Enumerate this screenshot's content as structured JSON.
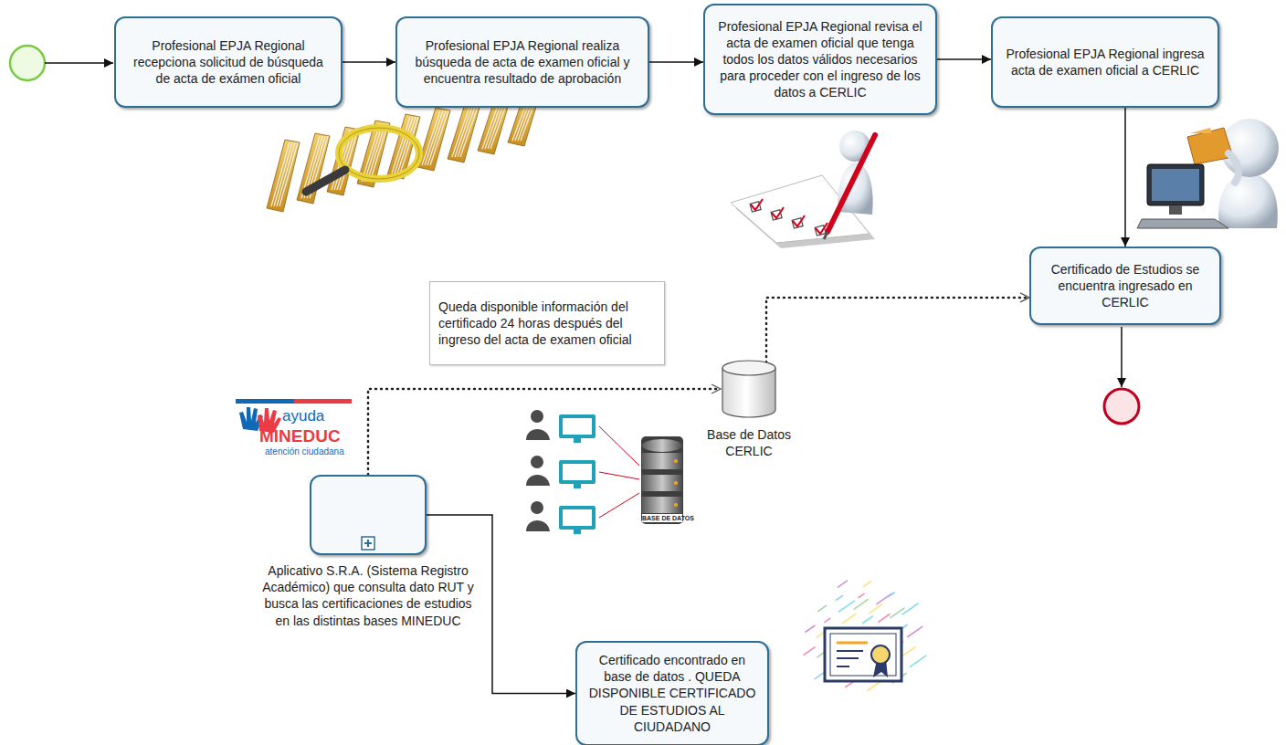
{
  "diagram": {
    "nodes": [
      {
        "text": [
          "Profesional EPJA Regional recepciona solicitud de búsqueda de acta de exámen oficial"
        ]
      },
      {
        "text": [
          "Profesional EPJA Regional realiza búsqueda de acta de examen oficial y encuentra resultado de aprobación"
        ]
      },
      {
        "text": [
          "Profesional EPJA Regional revisa el acta de examen oficial que tenga todos los datos válidos necesarios para proceder con el ingreso de los datos a CERLIC"
        ]
      },
      {
        "text": [
          "Profesional EPJA Regional ingresa acta de examen oficial a CERLIC"
        ]
      },
      {
        "text": [
          "Certificado de Estudios se encuentra ingresado en CERLIC"
        ]
      },
      {
        "text": [
          "Queda disponible información del certificado 24 horas después del ingreso del acta de examen oficial"
        ]
      },
      {
        "text": [
          "Base de Datos CERLIC"
        ]
      },
      {
        "text": [
          "Aplicativo S.R.A. (Sistema Registro Académico) que consulta dato RUT y busca las certificaciones de estudios en las distintas bases MINEDUC"
        ]
      },
      {
        "text": [
          "Certificado encontrado en base de datos . QUEDA DISPONIBLE CERTIFICADO DE ESTUDIOS AL CIUDADANO"
        ]
      }
    ],
    "edges": [
      {
        "from": 0,
        "to": 1,
        "arrow": "to"
      },
      {
        "from": 1,
        "to": 2,
        "arrow": "to"
      },
      {
        "from": 2,
        "to": 3,
        "arrow": "to"
      },
      {
        "from": 3,
        "to": 4,
        "arrow": "to"
      },
      {
        "from": 6,
        "to": 4,
        "arrow": "to"
      },
      {
        "from": 7,
        "to": 6,
        "arrow": "to"
      },
      {
        "from": 7,
        "to": 8,
        "arrow": "to"
      }
    ],
    "labels": [
      "ayuda",
      "MINEDUC",
      "atención ciudadana",
      "BASE DE DATOS"
    ]
  }
}
